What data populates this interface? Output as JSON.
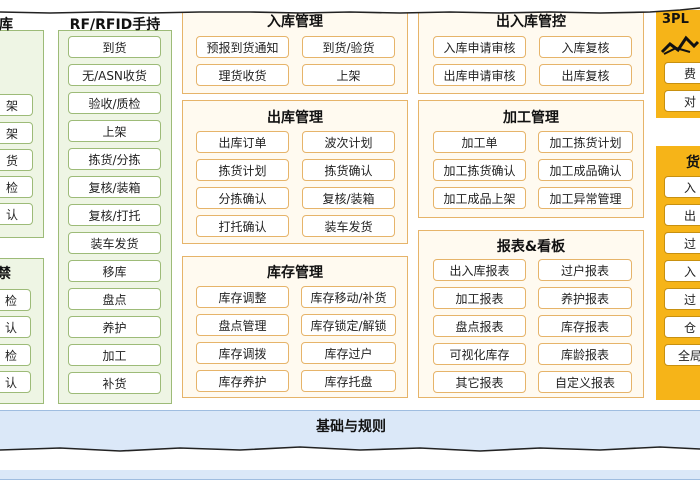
{
  "col_warehouse": {
    "title": "库"
  },
  "col_control": {
    "items": [
      "检",
      "认",
      "检",
      "认"
    ]
  },
  "col_warehouse_items": [
    "架",
    "架",
    "货",
    "检",
    "认"
  ],
  "col_control_title": "禁",
  "rfid": {
    "title": "RF/RFID手持",
    "items": [
      "到货",
      "无/ASN收货",
      "验收/质检",
      "上架",
      "拣货/分拣",
      "复核/装箱",
      "复核/打托",
      "装车发货",
      "移库",
      "盘点",
      "养护",
      "加工",
      "补货"
    ]
  },
  "inbound": {
    "title": "入库管理",
    "items": [
      "预报到货通知",
      "到货/验货",
      "理货收货",
      "上架"
    ]
  },
  "outbound": {
    "title": "出库管理",
    "items": [
      "出库订单",
      "波次计划",
      "拣货计划",
      "拣货确认",
      "分拣确认",
      "复核/装箱",
      "打托确认",
      "装车发货"
    ]
  },
  "inventory": {
    "title": "库存管理",
    "items": [
      "库存调整",
      "库存移动/补货",
      "盘点管理",
      "库存锁定/解锁",
      "库存调拨",
      "库存过户",
      "库存养护",
      "库存托盘"
    ]
  },
  "inout_control": {
    "title": "出入库管控",
    "items": [
      "入库申请审核",
      "入库复核",
      "出库申请审核",
      "出库复核"
    ]
  },
  "processing": {
    "title": "加工管理",
    "items": [
      "加工单",
      "加工拣货计划",
      "加工拣货确认",
      "加工成品确认",
      "加工成品上架",
      "加工异常管理"
    ]
  },
  "reports": {
    "title": "报表&看板",
    "items": [
      "出入库报表",
      "过户报表",
      "加工报表",
      "养护报表",
      "盘点报表",
      "库存报表",
      "可视化库存",
      "库龄报表",
      "其它报表",
      "自定义报表"
    ]
  },
  "threepl": {
    "title": "3PL",
    "items": [
      "费",
      "对"
    ]
  },
  "cargo": {
    "title": "货",
    "items": [
      "入",
      "出",
      "过",
      "入",
      "过",
      "仓",
      "全局"
    ]
  },
  "base": {
    "title": "基础与规则"
  },
  "colors": {
    "green_bg": "#eef5e4",
    "orange_bg": "#fffaf0",
    "yellow_bg": "#f6b418",
    "blue_bg": "#dbe8f8"
  }
}
